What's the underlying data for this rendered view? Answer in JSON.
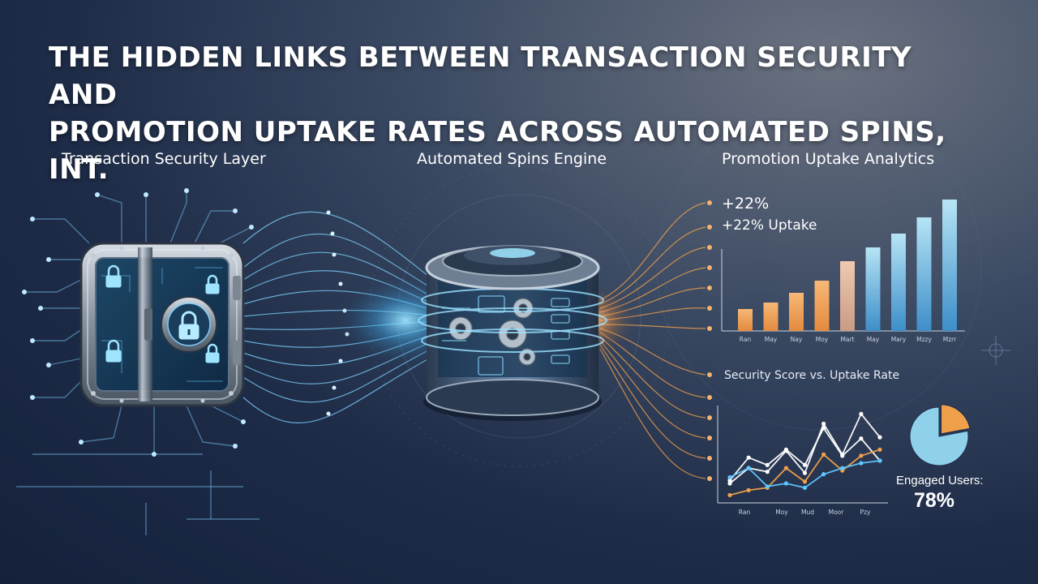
{
  "title": {
    "line1": "THE HIDDEN LINKS BETWEEN TRANSACTION SECURITY AND",
    "line2": "PROMOTION UPTAKE RATES ACROSS AUTOMATED SPINS, INT."
  },
  "sections": {
    "security": "Transaction Security Layer",
    "engine": "Automated Spins Engine",
    "analytics": "Promotion Uptake Analytics"
  },
  "icons": {
    "vault": "vault-lock-icon",
    "engine": "gear-cylinder-icon",
    "padlock": "padlock-icon"
  },
  "colors": {
    "accent_blue": "#5fc8ff",
    "accent_orange": "#f0a04b",
    "bar_orange": "#f2a05a",
    "bar_blue": "#5aaee0"
  },
  "analytics": {
    "annotation_top": "+22%",
    "annotation_uptake": "+22% Uptake",
    "line_chart_title": "Security Score vs. Uptake Rate",
    "engaged_label": "Engaged Users:",
    "engaged_value": "78%"
  },
  "chart_data": [
    {
      "type": "bar",
      "categories": [
        "Ran",
        "May",
        "Nay",
        "Moy",
        "Mart",
        "May",
        "Mary",
        "Mzzy",
        "Mzrr"
      ],
      "values": [
        27,
        35,
        47,
        62,
        86,
        103,
        120,
        140,
        162
      ],
      "ylim": [
        0,
        170
      ],
      "grid": false
    },
    {
      "type": "line",
      "title": "Security Score vs. Uptake Rate",
      "categories": [
        "Ran",
        "Moy",
        "Mud",
        "Moor",
        "Pzy"
      ],
      "x": [
        0,
        1,
        2,
        3,
        4,
        5,
        6,
        7,
        8
      ],
      "series": [
        {
          "values": [
            20,
            57,
            45,
            70,
            45,
            105,
            60,
            88,
            52
          ],
          "color": "#ffffff"
        },
        {
          "values": [
            15,
            40,
            34,
            68,
            32,
            112,
            62,
            128,
            90
          ],
          "color": "#ffffff"
        },
        {
          "values": [
            -4,
            4,
            8,
            40,
            18,
            62,
            36,
            60,
            70
          ],
          "color": "#f0a04b"
        },
        {
          "values": [
            25,
            40,
            10,
            15,
            8,
            30,
            40,
            48,
            52
          ],
          "color": "#5fc8ff"
        }
      ],
      "ylim": [
        -10,
        135
      ],
      "grid": false
    },
    {
      "type": "pie",
      "labels": [],
      "values": [
        22,
        78
      ],
      "colors": [
        "#f0a04b",
        "#8fd0ea"
      ]
    }
  ]
}
